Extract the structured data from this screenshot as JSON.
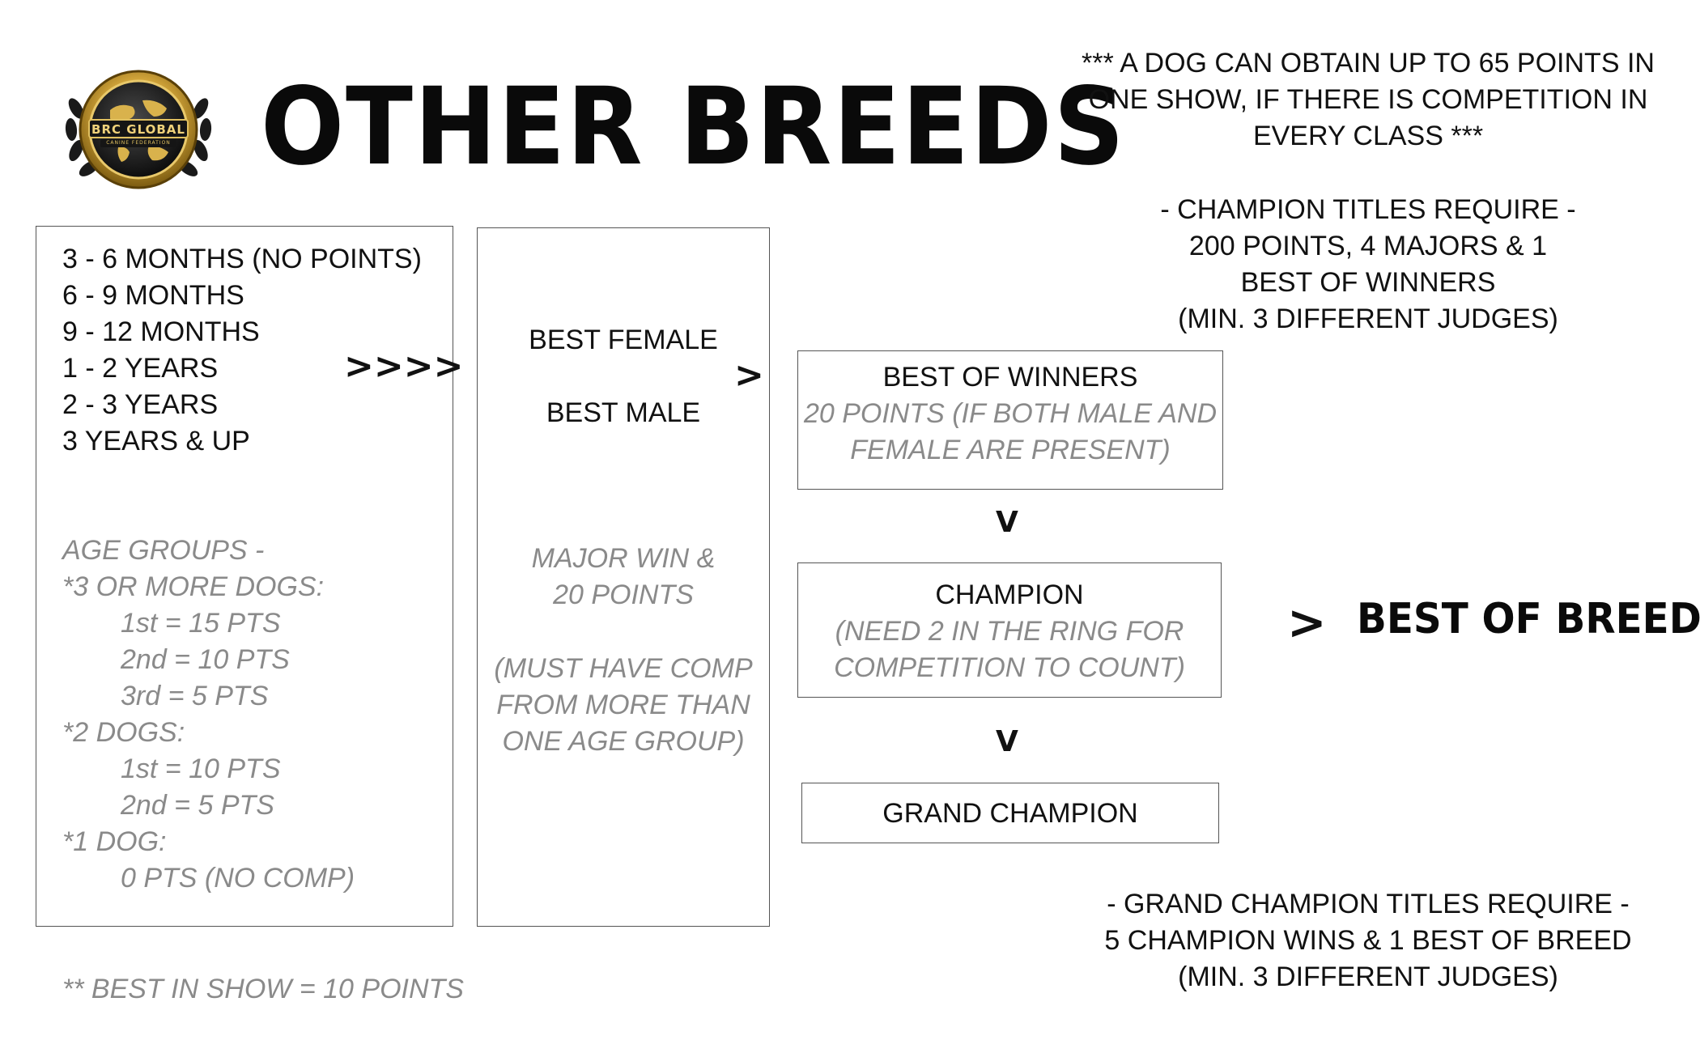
{
  "header": {
    "logo_text_top": "BRC GLOBAL",
    "logo_text_bottom": "CANINE FEDERATION",
    "title": "OTHER BREEDS"
  },
  "notes": {
    "max_points": [
      "*** A DOG CAN OBTAIN UP TO 65 POINTS IN",
      "ONE SHOW, IF THERE IS COMPETITION IN",
      "EVERY CLASS ***"
    ],
    "champion_requirements": [
      "- CHAMPION TITLES REQUIRE -",
      "200 POINTS, 4 MAJORS & 1",
      "BEST OF WINNERS",
      "(MIN. 3 DIFFERENT JUDGES)"
    ],
    "grand_champion_requirements": [
      "- GRAND CHAMPION TITLES REQUIRE -",
      "5 CHAMPION WINS & 1 BEST OF BREED",
      "(MIN. 3 DIFFERENT JUDGES)"
    ],
    "best_in_show": "** BEST IN SHOW = 10 POINTS"
  },
  "age_groups_box": {
    "classes": [
      "3 - 6 MONTHS (NO POINTS)",
      "6 - 9 MONTHS",
      "9 - 12 MONTHS",
      "1 - 2 YEARS",
      "2 - 3 YEARS",
      "3 YEARS & UP"
    ],
    "points_heading": "AGE GROUPS -",
    "three_or_more_label": "*3 OR MORE DOGS:",
    "three_or_more_points": [
      "1st = 15 PTS",
      "2nd = 10 PTS",
      "3rd = 5 PTS"
    ],
    "two_dogs_label": "*2 DOGS:",
    "two_dogs_points": [
      "1st = 10 PTS",
      "2nd = 5 PTS"
    ],
    "one_dog_label": "*1 DOG:",
    "one_dog_points": [
      "0 PTS (NO COMP)"
    ]
  },
  "arrows": {
    "classes_to_best": ">>>>",
    "best_to_winners": ">",
    "down_1": "V",
    "down_2": "V",
    "to_best_of_breed": ">"
  },
  "best_sex_box": {
    "best_female": "BEST FEMALE",
    "best_male": "BEST MALE",
    "major_note": [
      "MAJOR WIN &",
      "20 POINTS"
    ],
    "comp_note": [
      "(MUST HAVE COMP",
      "FROM MORE THAN",
      "ONE AGE GROUP)"
    ]
  },
  "best_of_winners_box": {
    "title": "BEST OF WINNERS",
    "note": [
      "20 POINTS (IF BOTH MALE AND",
      "FEMALE ARE PRESENT)"
    ]
  },
  "champion_box": {
    "title": "CHAMPION",
    "note": [
      "(NEED 2 IN THE RING FOR",
      "COMPETITION TO COUNT)"
    ]
  },
  "grand_champion_box": {
    "title": "GRAND CHAMPION"
  },
  "best_of_breed": "BEST OF BREED",
  "colors": {
    "text": "#111111",
    "muted": "#8a8a8a",
    "border": "#555555",
    "logo_gold": "#c9a227"
  }
}
